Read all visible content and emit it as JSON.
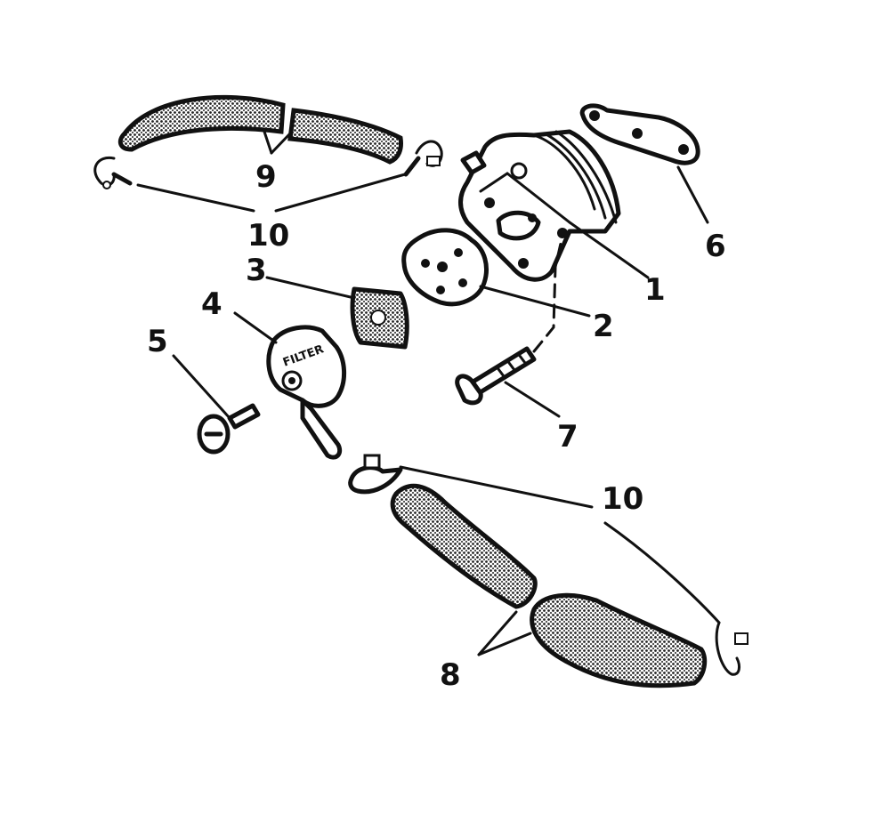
{
  "callouts": [
    {
      "id": "1",
      "label": "1"
    },
    {
      "id": "2",
      "label": "2"
    },
    {
      "id": "3",
      "label": "3"
    },
    {
      "id": "4",
      "label": "4"
    },
    {
      "id": "5",
      "label": "5"
    },
    {
      "id": "6",
      "label": "6"
    },
    {
      "id": "7",
      "label": "7"
    },
    {
      "id": "8",
      "label": "8"
    },
    {
      "id": "9",
      "label": "9"
    },
    {
      "id": "10a",
      "label": "10"
    },
    {
      "id": "10b",
      "label": "10"
    }
  ],
  "filter_cap_text": "FILTER",
  "colors": {
    "ink": "#111111",
    "paper": "#ffffff",
    "shading": "#555555"
  }
}
